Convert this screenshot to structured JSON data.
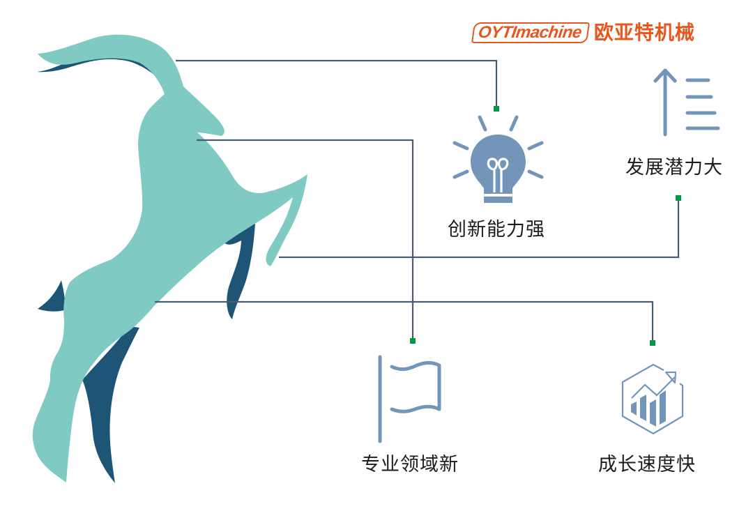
{
  "brand": {
    "logo_en": "OYTImachine",
    "logo_cn": "欧亚特机械",
    "color": "#e8561d"
  },
  "colors": {
    "goat_light": "#7fcac2",
    "goat_dark": "#1e5577",
    "connector_line": "#4a5a72",
    "connector_node": "#009a44",
    "icon": "#7395ba",
    "label_text": "#1c1c1c"
  },
  "features": [
    {
      "id": "innovation",
      "label": "创新能力强",
      "icon": "lightbulb-icon"
    },
    {
      "id": "potential",
      "label": "发展潜力大",
      "icon": "arrow-up-list-icon"
    },
    {
      "id": "domain",
      "label": "专业领域新",
      "icon": "flag-icon"
    },
    {
      "id": "growth",
      "label": "成长速度快",
      "icon": "hexagon-chart-icon"
    }
  ]
}
